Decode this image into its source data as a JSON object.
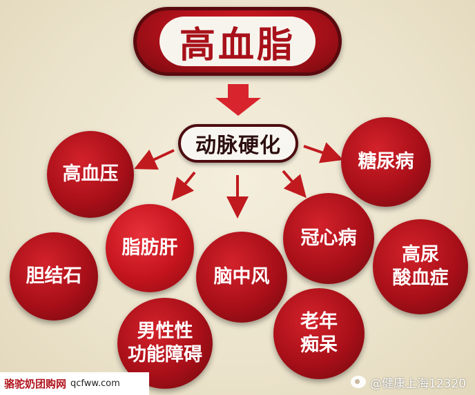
{
  "title": "高血脂",
  "center": "动脉硬化",
  "diseases": {
    "hypertension": "高血压",
    "gallstones": "胆结石",
    "fatty_liver": "脂肪肝",
    "male_sexual_dysfunction": "男性性\n功能障碍",
    "stroke": "脑中风",
    "diabetes": "糖尿病",
    "coronary_heart_disease": "冠心病",
    "hyperuricemia": "高尿\n酸血症",
    "dementia": "老年\n痴呆"
  },
  "footer": {
    "site_name": "骆驼奶团购网",
    "site_url": "qcfww.com"
  },
  "watermark": "@健康上海12320",
  "colors": {
    "primary_red": "#b5121b",
    "background": "#ece5cf",
    "arrow_red": "#c01a1f"
  }
}
